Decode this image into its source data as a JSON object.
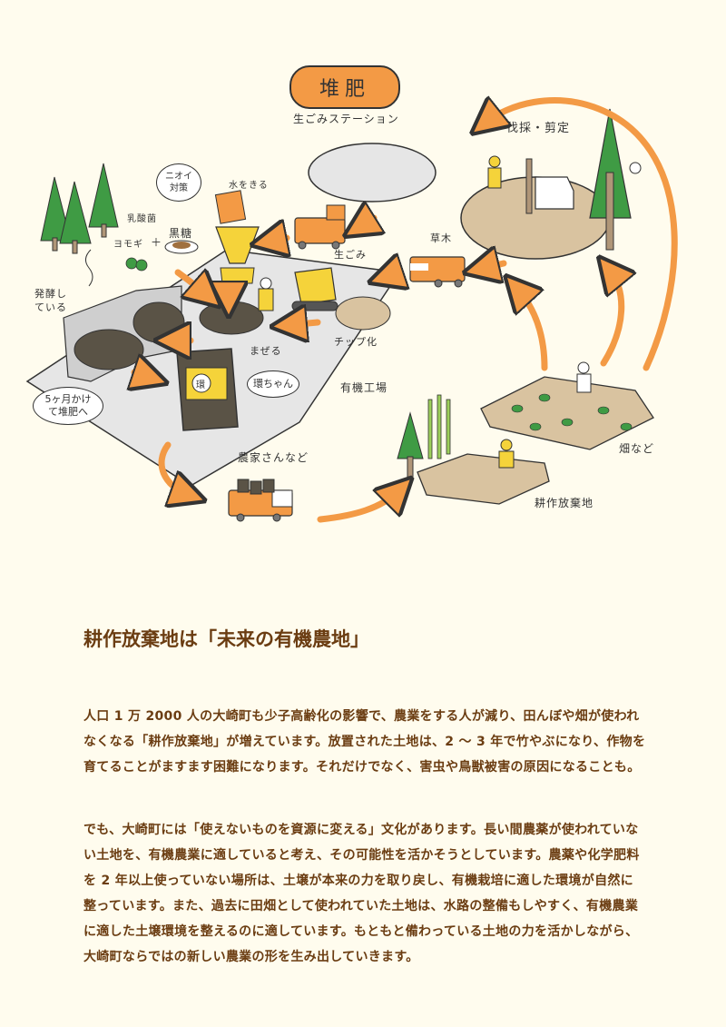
{
  "illustration": {
    "title": "堆肥",
    "labels": {
      "station": "生ごみステーション",
      "felling": "伐採・剪定",
      "water": "水をきる",
      "odor": "ニオイ対策",
      "lactic": "乳酸菌",
      "mugwort": "ヨモギ",
      "plus": "＋",
      "brown_sugar": "黒糖",
      "fermenting": "発酵している",
      "food_waste": "生ごみ",
      "grass_wood": "草木",
      "chip": "チップ化",
      "mix": "まぜる",
      "five_months": "5ヶ月かけて堆肥へ",
      "tamaki": "環ちゃん",
      "factory": "有機工場",
      "farmers": "農家さんなど",
      "fields": "畑など",
      "abandoned": "耕作放棄地",
      "bag_mark": "環"
    },
    "colors": {
      "orange": "#f39a45",
      "yellow": "#f5d33a",
      "green": "#3f9b44",
      "soil": "#d9c3a0",
      "factory_floor": "#e6e6e6",
      "compost": "#5a5346",
      "outline": "#333333"
    }
  },
  "article": {
    "heading": "耕作放棄地は「未来の有機農地」",
    "paragraphs": [
      "人口 1 万 2000 人の大崎町も少子高齢化の影響で、農業をする人が減り、田んぼや畑が使われなくなる「耕作放棄地」が増えています。放置された土地は、2 ～ 3 年で竹やぶになり、作物を育てることがますます困難になります。それだけでなく、害虫や鳥獣被害の原因になることも。",
      "でも、大崎町には「使えないものを資源に変える」文化があります。長い間農薬が使われていない土地を、有機農業に適していると考え、その可能性を活かそうとしています。農薬や化学肥料を 2 年以上使っていない場所は、土壌が本来の力を取り戻し、有機栽培に適した環境が自然に整っています。また、過去に田畑として使われていた土地は、水路の整備もしやすく、有機農業に適した土壌環境を整えるのに適しています。もともと備わっている土地の力を活かしながら、大崎町ならではの新しい農業の形を生み出していきます。"
    ]
  }
}
